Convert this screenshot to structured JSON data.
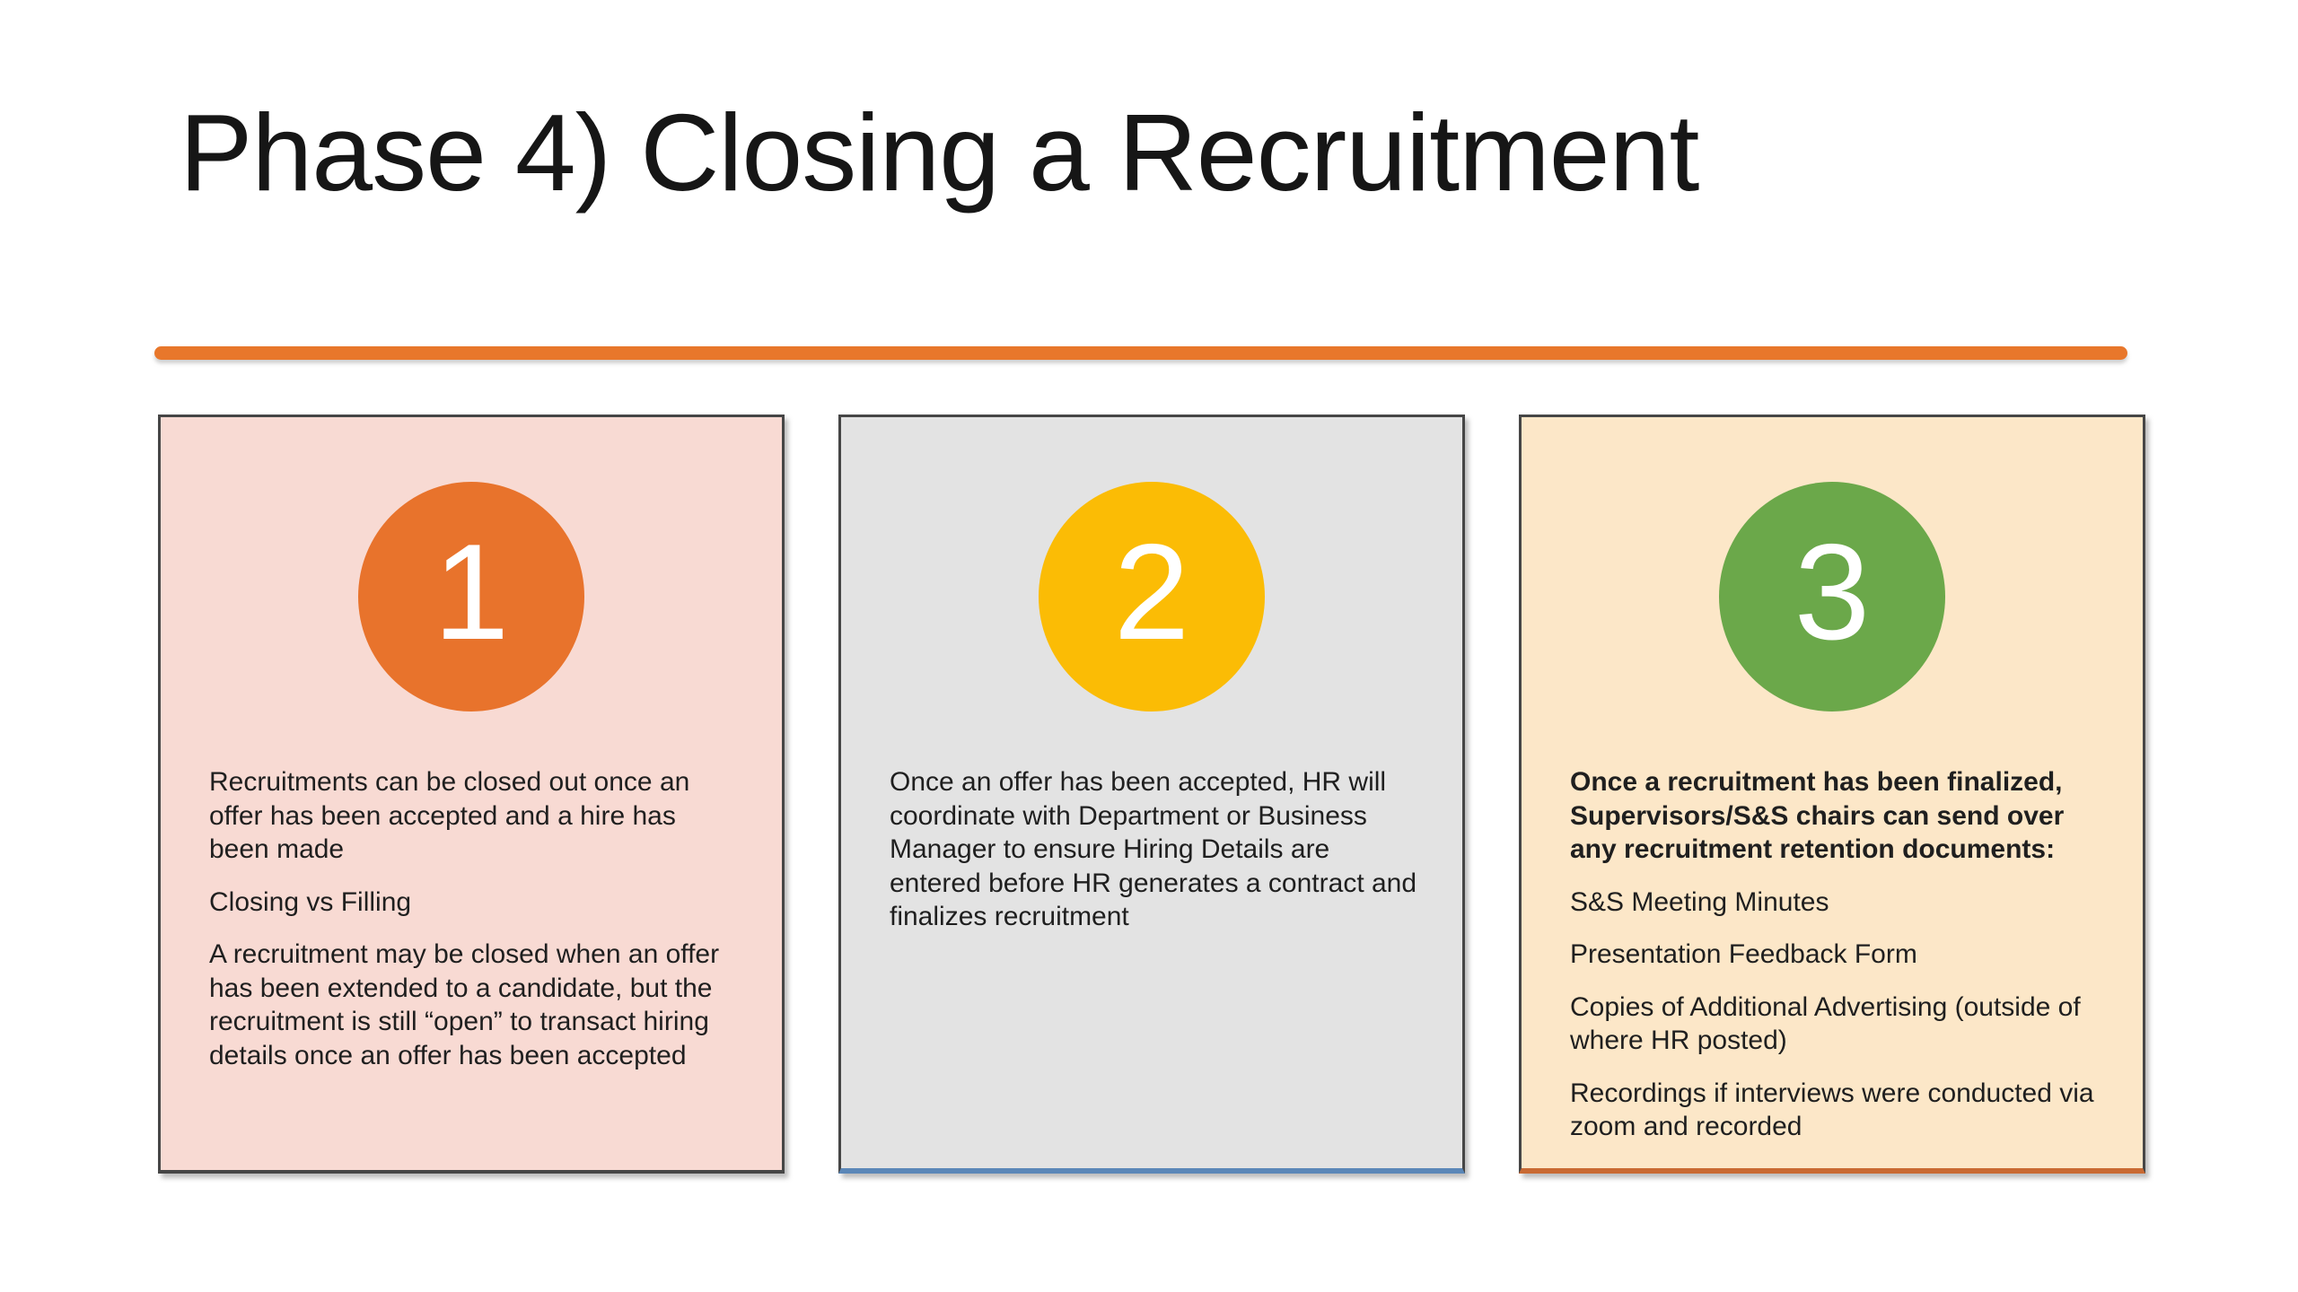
{
  "title": "Phase 4) Closing a Recruitment",
  "colors": {
    "divider": "#E8772B",
    "card1-bg": "#F8DAD3",
    "card2-bg": "#E3E3E3",
    "card3-bg": "#FCE7C8",
    "circle1": "#E8732C",
    "circle2": "#FBBC05",
    "circle3": "#6BA84A",
    "card2-accent": "#5B87B8",
    "card3-accent": "#C96A33"
  },
  "cards": [
    {
      "number": "1",
      "paragraphs": [
        {
          "text": "Recruitments can be closed out once an offer has been accepted and a hire has been made",
          "bold": false
        },
        {
          "text": "Closing vs Filling",
          "bold": false
        },
        {
          "text": "A recruitment may be closed when an offer has been extended to a candidate, but the recruitment is still “open” to transact hiring details once an offer has been accepted",
          "bold": false
        }
      ]
    },
    {
      "number": "2",
      "paragraphs": [
        {
          "text": "Once an offer has been accepted, HR will coordinate with Department or Business Manager to ensure Hiring Details are entered before HR generates a contract and finalizes recruitment",
          "bold": false
        }
      ]
    },
    {
      "number": "3",
      "paragraphs": [
        {
          "text": "Once a recruitment has been finalized, Supervisors/S&S chairs can send over any recruitment retention documents:",
          "bold": true
        },
        {
          "text": "S&S Meeting Minutes",
          "bold": false
        },
        {
          "text": "Presentation Feedback Form",
          "bold": false
        },
        {
          "text": "Copies of Additional Advertising (outside of where HR posted)",
          "bold": false
        },
        {
          "text": "Recordings if interviews were conducted via zoom and recorded",
          "bold": false
        }
      ]
    }
  ]
}
